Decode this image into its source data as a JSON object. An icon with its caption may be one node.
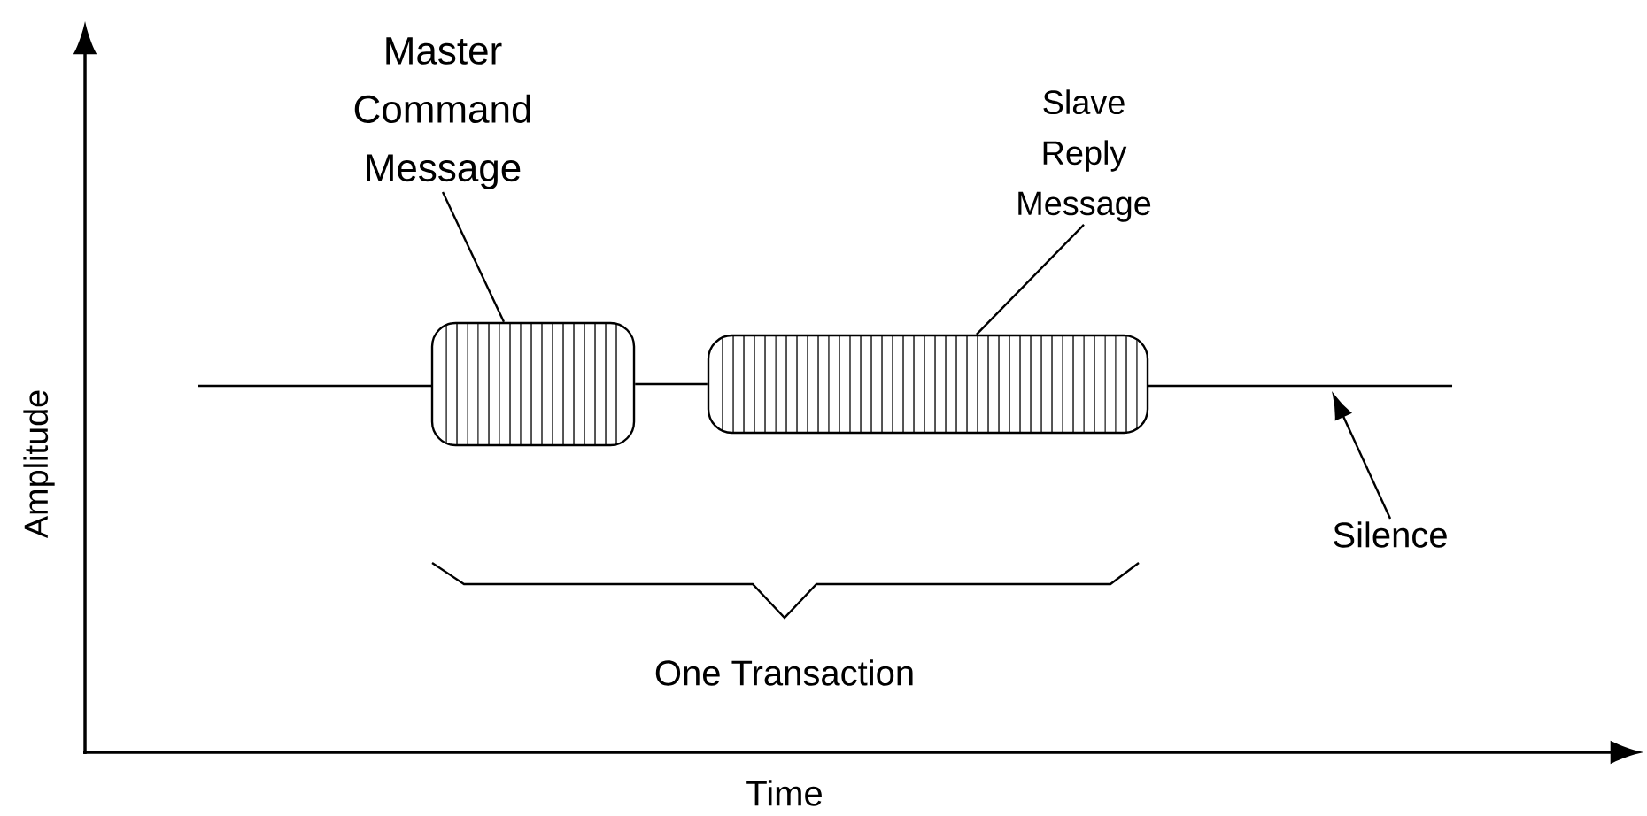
{
  "diagram": {
    "nodes": [
      {
        "text": [
          "Master Command Message"
        ]
      },
      {
        "text": [],
        "shape": "box"
      },
      {
        "text": [
          "Slave Reply Message"
        ]
      },
      {
        "text": [],
        "shape": "box"
      },
      {
        "text": [
          "Silence"
        ]
      }
    ],
    "edges": [
      {
        "from": 0,
        "to": 1,
        "arrow": "none"
      },
      {
        "from": 2,
        "to": 3,
        "arrow": "none"
      },
      {
        "from": 1,
        "to": 3,
        "arrow": "none"
      },
      {
        "from": 4,
        "to": null,
        "arrow": "to"
      }
    ],
    "labels": [
      "Amplitude",
      "One Transaction",
      "Time"
    ]
  }
}
